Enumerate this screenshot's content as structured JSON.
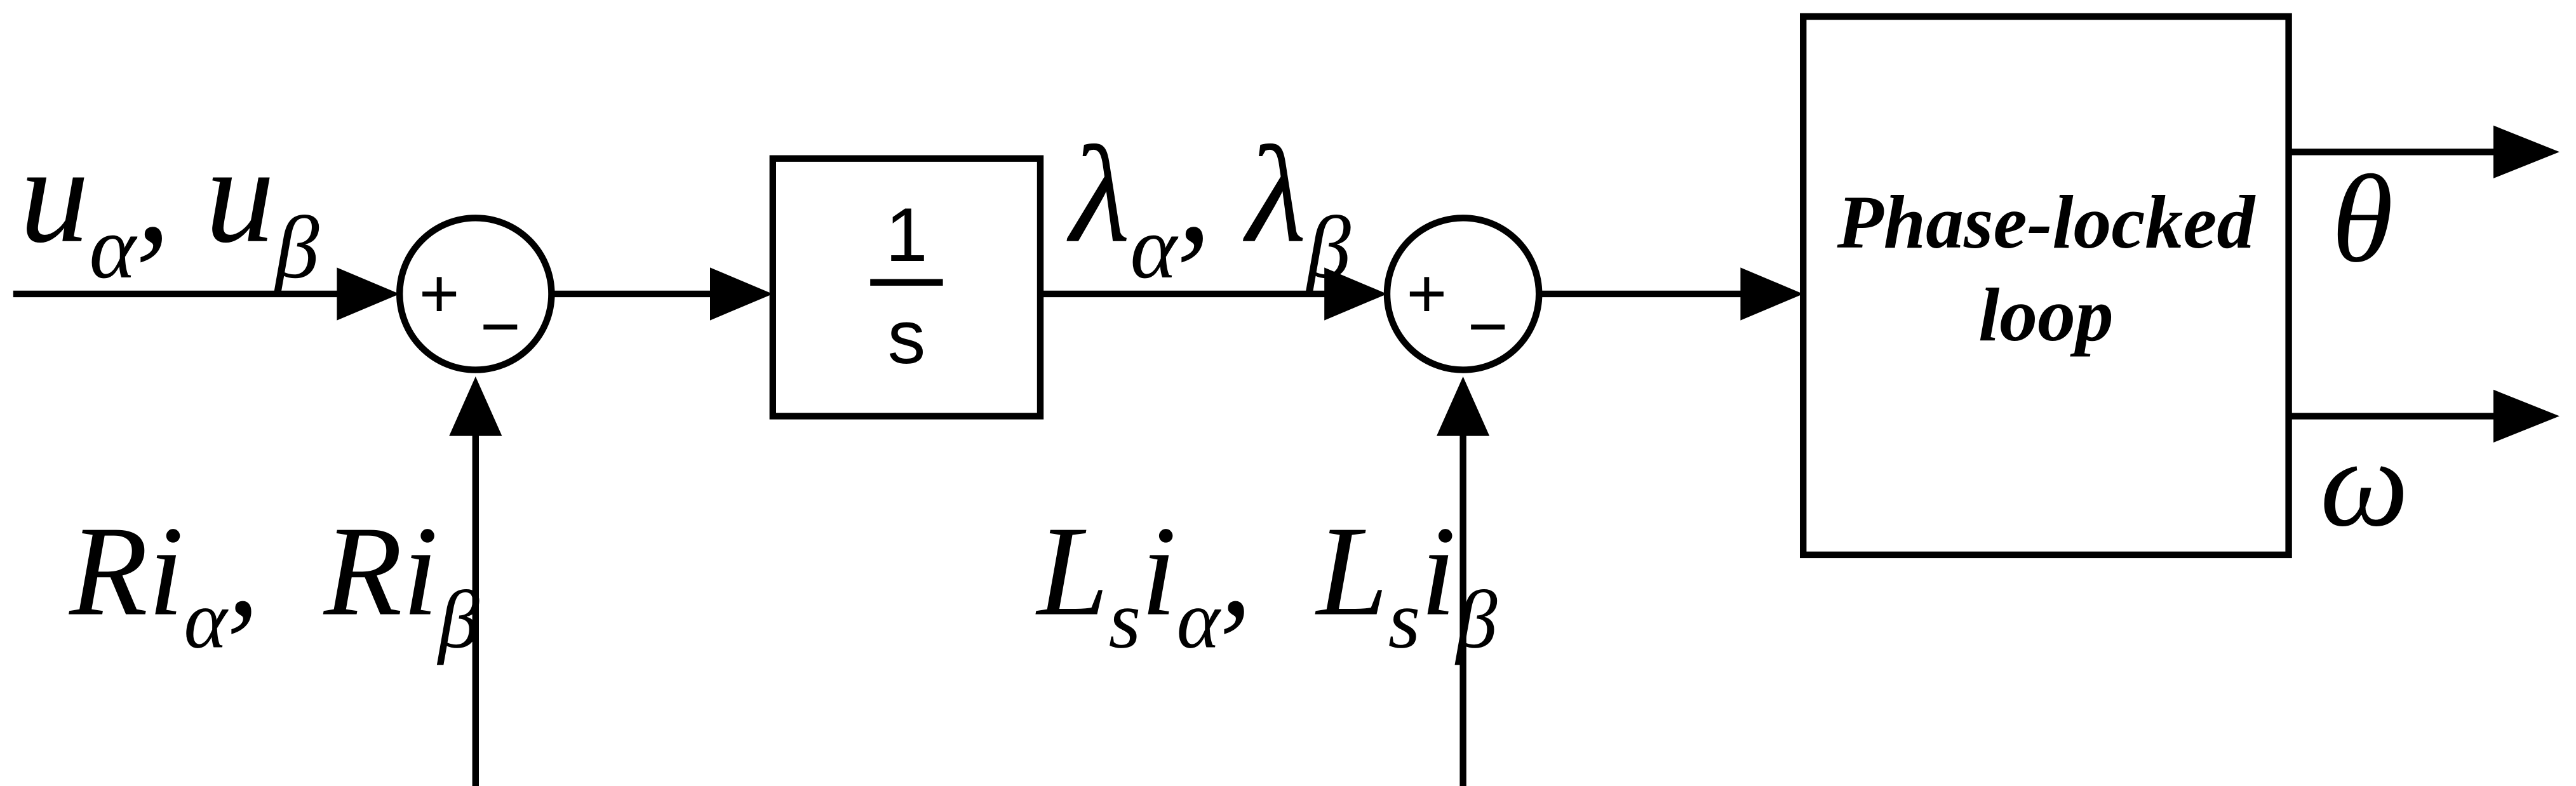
{
  "colors": {
    "stroke": "#000000",
    "background": "#ffffff",
    "pll_fill_top": "#f7f7f7",
    "pll_fill_bottom": "#d2d2d2"
  },
  "labels": {
    "input": [
      "u",
      "α",
      ", ",
      "u",
      "β"
    ],
    "flux": [
      "λ",
      "α",
      ", ",
      "λ",
      "β"
    ],
    "r_feedback": [
      "Ri",
      "α",
      ",  ",
      "Ri",
      "β"
    ],
    "l_feedback": [
      "L",
      "s",
      "i",
      "α",
      ",  ",
      "L",
      "s",
      "i",
      "β"
    ],
    "theta": "θ",
    "omega": "ω"
  },
  "sum1": {
    "plus": "+",
    "minus": "−"
  },
  "sum2": {
    "plus": "+",
    "minus": "−"
  },
  "integrator": {
    "numerator": "1",
    "denominator": "s"
  },
  "pll": {
    "title_line1": "Phase-locked",
    "title_line2": "loop"
  }
}
